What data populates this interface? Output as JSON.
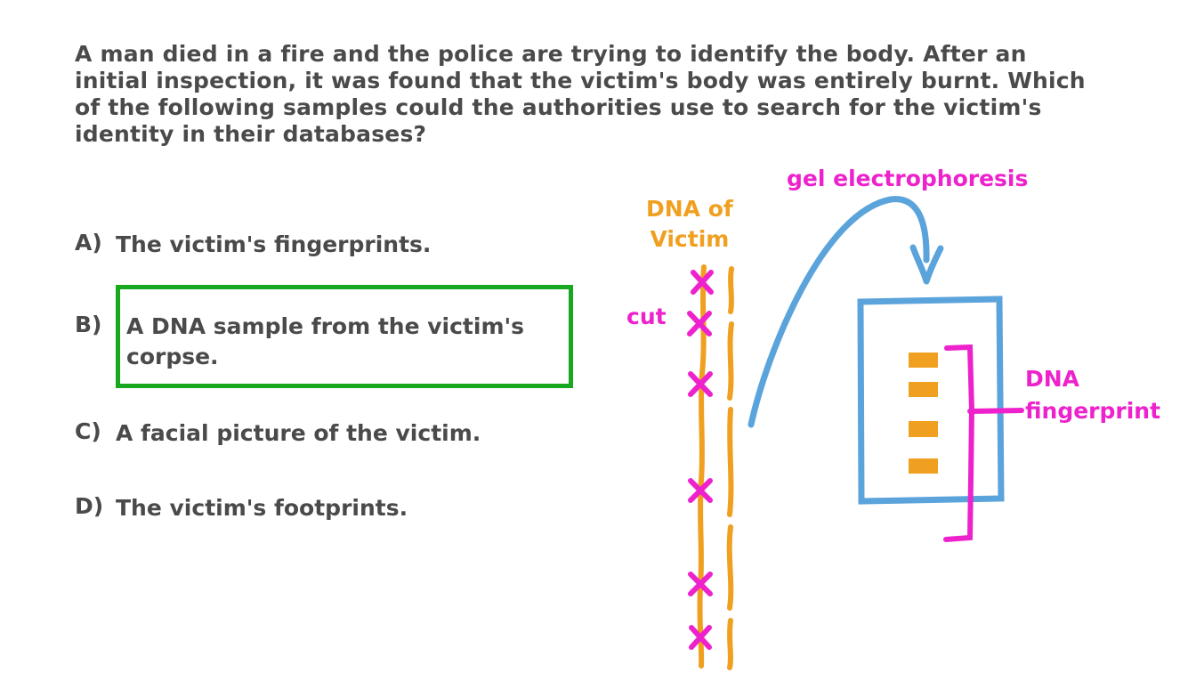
{
  "page": {
    "background_color": "#ffffff",
    "text_color": "#4a4a4a"
  },
  "question": {
    "lines": [
      "A man died in a fire and the police are trying to identify the body. After an",
      "initial inspection, it was found that the victim's body was entirely burnt. Which",
      "of the following samples could the authorities use to search for the victim's",
      "identity in their databases?"
    ]
  },
  "options": [
    {
      "letter": "A)",
      "text": "The victim's fingerprints.",
      "highlighted": false
    },
    {
      "letter": "B)",
      "text": "A DNA sample from the victim's\ncorpse.",
      "highlighted": true
    },
    {
      "letter": "C)",
      "text": "A facial picture of the victim.",
      "highlighted": false
    },
    {
      "letter": "D)",
      "text": "The victim's footprints.",
      "highlighted": false
    }
  ],
  "highlight": {
    "color": "#18a820",
    "letter": "B)"
  },
  "diagram": {
    "labels": {
      "dna_of_victim": "DNA of\nVictim",
      "gel_electrophoresis": "gel electrophoresis",
      "cut": "cut",
      "dna_fingerprint": "DNA\nfingerprint"
    },
    "colors": {
      "dna_strand": "#f0a020",
      "cut_marks": "#ee22cc",
      "arrow": "#5ba3db",
      "gel_box": "#5ba3db",
      "gel_bands": "#f0a020",
      "bracket": "#ee22cc",
      "label_orange": "#f0a020",
      "label_magenta": "#ee22cc"
    },
    "dna_strand": {
      "cut_mark_count": 6,
      "fragment_count": 6
    },
    "gel": {
      "band_count": 4,
      "band_labels": [
        "band-1",
        "band-2",
        "band-3",
        "band-4"
      ]
    }
  },
  "icons": {
    "cut_mark": "x-cut-icon",
    "arrow": "curved-arrow-icon",
    "bracket": "bracket-icon"
  }
}
